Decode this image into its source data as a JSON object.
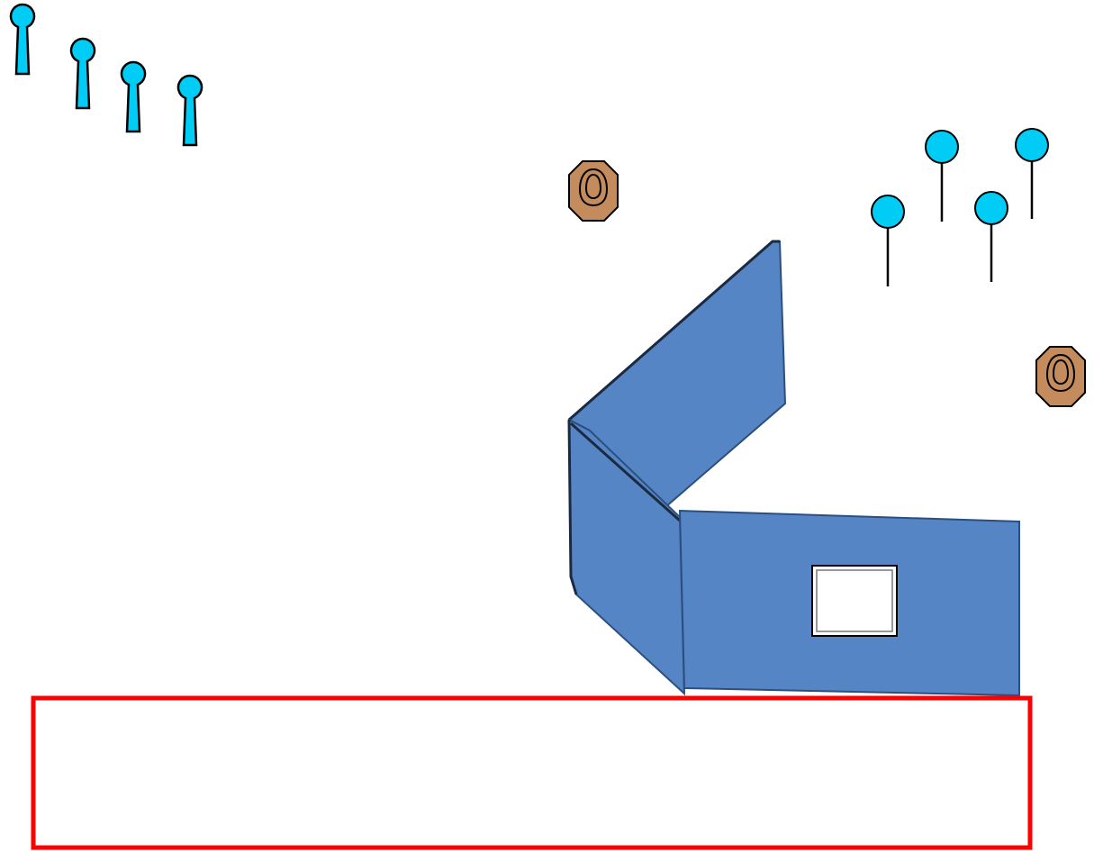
{
  "diagram": {
    "elements": {
      "popper_targets": {
        "count": 4,
        "color": "#00ccf5"
      },
      "steel_plates": {
        "count": 4,
        "color": "#00ccf5"
      },
      "paper_targets": {
        "count": 2,
        "color": "#c48c5c"
      },
      "barricade_walls": {
        "count": 3,
        "color": "#5585c4"
      },
      "port_window": {
        "count": 1,
        "color": "#ffffff"
      },
      "shooting_area": {
        "color": "#ff0000"
      }
    }
  }
}
